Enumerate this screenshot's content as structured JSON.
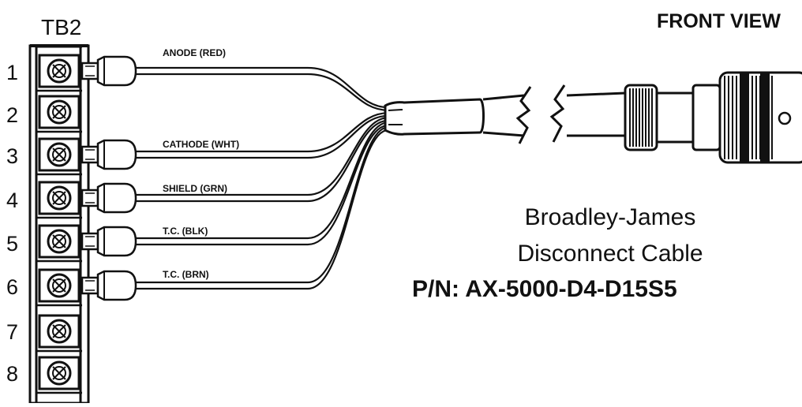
{
  "terminal_block": {
    "label": "TB2",
    "pins": [
      "1",
      "2",
      "3",
      "4",
      "5",
      "6",
      "7",
      "8"
    ]
  },
  "wires": [
    {
      "pin": "1",
      "label": "ANODE (RED)"
    },
    {
      "pin": "3",
      "label": "CATHODE (WHT)"
    },
    {
      "pin": "4",
      "label": "SHIELD (GRN)"
    },
    {
      "pin": "5",
      "label": "T.C. (BLK)"
    },
    {
      "pin": "6",
      "label": "T.C. (BRN)"
    }
  ],
  "view_label": "FRONT VIEW",
  "cable": {
    "name_line1": "Broadley-James",
    "name_line2": "Disconnect Cable",
    "part_number": "P/N: AX-5000-D4-D15S5"
  },
  "colors": {
    "ink": "#111111",
    "background": "#ffffff"
  }
}
